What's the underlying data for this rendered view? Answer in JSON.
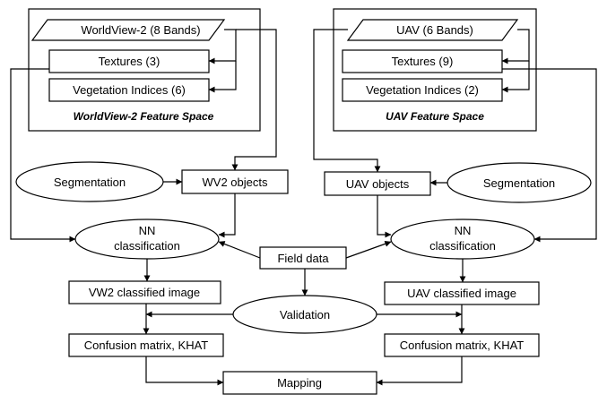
{
  "diagram": {
    "wv2_panel": {
      "source": "WorldView-2 (8 Bands)",
      "textures": "Textures (3)",
      "veg_indices": "Vegetation Indices (6)",
      "caption": "WorldView-2 Feature Space"
    },
    "uav_panel": {
      "source": "UAV (6 Bands)",
      "textures": "Textures (9)",
      "veg_indices": "Vegetation Indices (2)",
      "caption": "UAV Feature Space"
    },
    "left_flow": {
      "segmentation": "Segmentation",
      "objects": "WV2 objects",
      "classification": [
        "NN",
        "classification"
      ],
      "classified_image": "VW2 classified image",
      "accuracy": "Confusion matrix, KHAT"
    },
    "right_flow": {
      "segmentation": "Segmentation",
      "objects": "UAV objects",
      "classification": [
        "NN",
        "classification"
      ],
      "classified_image": "UAV classified image",
      "accuracy": "Confusion matrix, KHAT"
    },
    "field_data": "Field data",
    "validation": "Validation",
    "mapping": "Mapping"
  }
}
